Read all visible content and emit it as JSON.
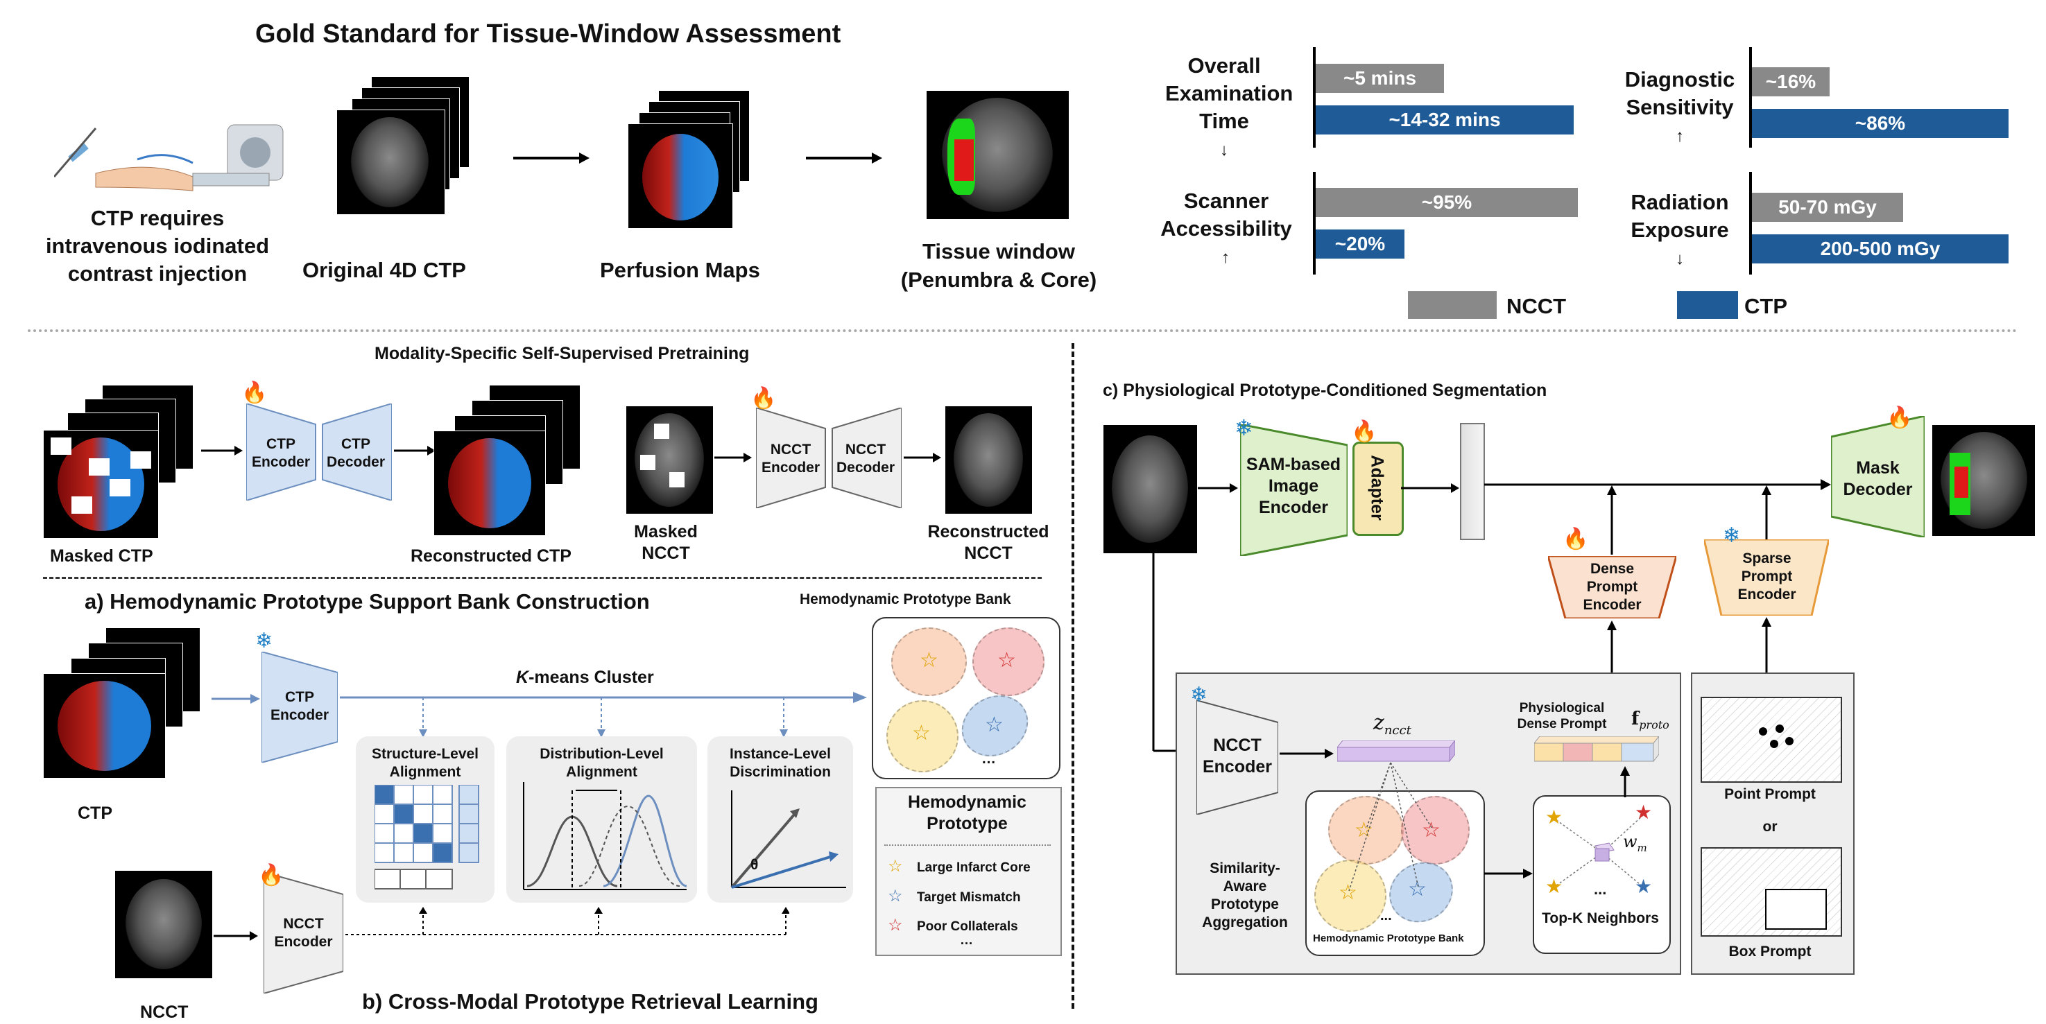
{
  "top": {
    "title": "Gold Standard for Tissue-Window Assessment",
    "ctp_caption": "CTP requires intravenous iodinated contrast injection",
    "original_4dct": "Original 4D CTP",
    "perfusion_maps": "Perfusion Maps",
    "tissue_window": "Tissue window",
    "tissue_window_sub": "(Penumbra & Core)"
  },
  "comparison": {
    "groups": [
      {
        "label": "Overall Examination Time",
        "arrow": "↓",
        "nccct": "~5 mins",
        "ctp": "~14-32 mins"
      },
      {
        "label": "Scanner Accessibility",
        "arrow": "↑",
        "nccct": "~95%",
        "ctp": "~20%"
      },
      {
        "label": "Diagnostic Sensitivity",
        "arrow": "↑",
        "nccct": "~16%",
        "ctp": "~86%"
      },
      {
        "label": "Radiation Exposure",
        "arrow": "↓",
        "nccct": "50-70 mGy",
        "ctp": "200-500 mGy"
      }
    ],
    "legend": {
      "ncct": "NCCT",
      "ctp": "CTP"
    },
    "colors": {
      "ncct": "#898989",
      "ctp": "#1f5b96"
    }
  },
  "pretrain": {
    "title": "Modality-Specific Self-Supervised Pretraining",
    "masked_ctp": "Masked CTP",
    "ctp_encoder": "CTP Encoder",
    "ctp_decoder": "CTP Decoder",
    "reconstructed_ctp": "Reconstructed CTP",
    "masked_ncct": "Masked NCCT",
    "ncct_encoder": "NCCT Encoder",
    "ncct_decoder": "NCCT Decoder",
    "reconstructed_ncct": "Reconstructed NCCT"
  },
  "section_a": {
    "title": "a) Hemodynamic Prototype Support Bank Construction",
    "bank_title": "Hemodynamic Prototype Bank",
    "ctp_label": "CTP",
    "ctp_encoder": "CTP Encoder",
    "kmeans_k": "K",
    "kmeans_rest": "-means Cluster",
    "structure": "Structure-Level Alignment",
    "distribution": "Distribution-Level Alignment",
    "instance": "Instance-Level Discrimination",
    "theta": "θ",
    "ellipsis": "…",
    "proto_box_title": "Hemodynamic Prototype",
    "proto_items": [
      "Large Infarct Core",
      "Target Mismatch",
      "Poor Collaterals"
    ],
    "proto_ellipsis": "…"
  },
  "section_b": {
    "title": "b) Cross-Modal Prototype Retrieval Learning",
    "ncct_label": "NCCT",
    "ncct_encoder": "NCCT Encoder"
  },
  "section_c": {
    "title": "c) Physiological Prototype-Conditioned Segmentation",
    "sam_encoder": "SAM-based Image Encoder",
    "adapter": "Adapter",
    "mask_decoder": "Mask Decoder",
    "dense_encoder": "Dense Prompt Encoder",
    "sparse_encoder": "Sparse Prompt Encoder",
    "ncct_encoder": "NCCT Encoder",
    "z_ncct": "z",
    "z_sub": "ncct",
    "phys_dense": "Physiological Dense Prompt",
    "f_proto": "f",
    "f_sub": "proto",
    "similarity": "Similarity-Aware Prototype Aggregation",
    "bank_label": "Hemodynamic Prototype Bank",
    "topk": "Top-K Neighbors",
    "w_m": "w",
    "w_sub": "m",
    "dots": "...",
    "point_prompt": "Point Prompt",
    "or": "or",
    "box_prompt": "Box Prompt"
  }
}
